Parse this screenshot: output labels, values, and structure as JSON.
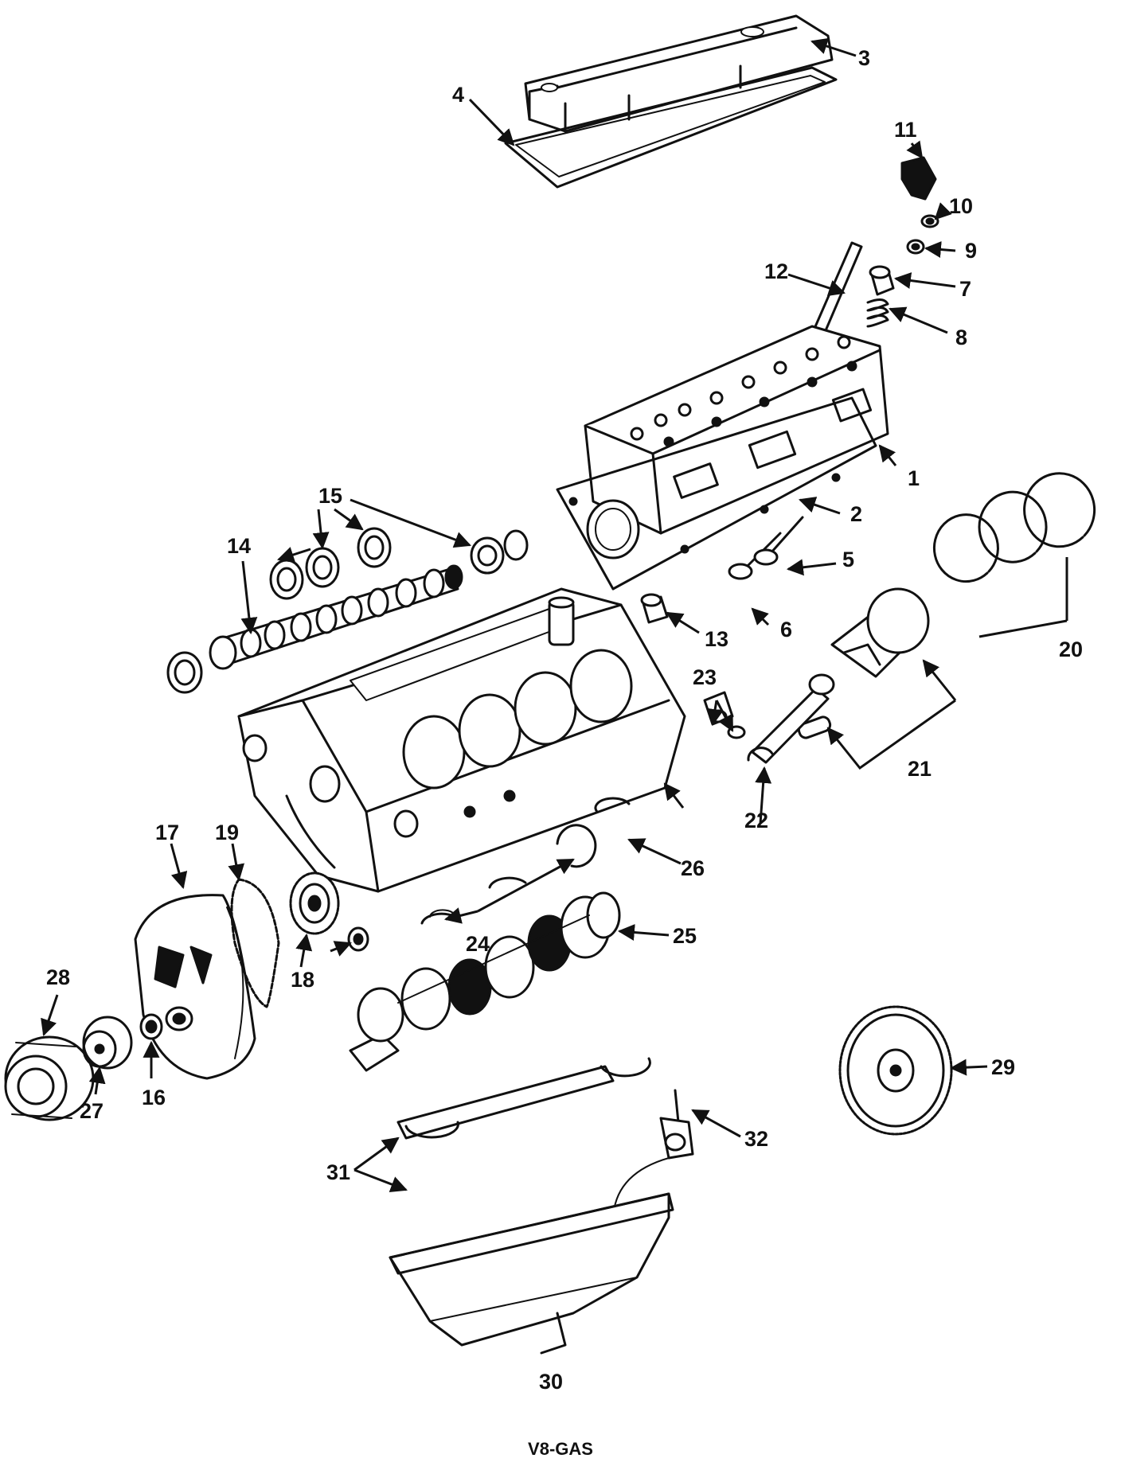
{
  "caption": "V8-GAS",
  "callouts": [
    {
      "number": "1"
    },
    {
      "number": "2"
    },
    {
      "number": "3"
    },
    {
      "number": "4"
    },
    {
      "number": "5"
    },
    {
      "number": "6"
    },
    {
      "number": "7"
    },
    {
      "number": "8"
    },
    {
      "number": "9"
    },
    {
      "number": "10"
    },
    {
      "number": "11"
    },
    {
      "number": "12"
    },
    {
      "number": "13"
    },
    {
      "number": "14"
    },
    {
      "number": "15"
    },
    {
      "number": "16"
    },
    {
      "number": "17"
    },
    {
      "number": "18"
    },
    {
      "number": "19"
    },
    {
      "number": "20"
    },
    {
      "number": "21"
    },
    {
      "number": "22"
    },
    {
      "number": "23"
    },
    {
      "number": "24"
    },
    {
      "number": "25"
    },
    {
      "number": "26"
    },
    {
      "number": "27"
    },
    {
      "number": "28"
    },
    {
      "number": "29"
    },
    {
      "number": "30"
    },
    {
      "number": "31"
    },
    {
      "number": "32"
    }
  ]
}
